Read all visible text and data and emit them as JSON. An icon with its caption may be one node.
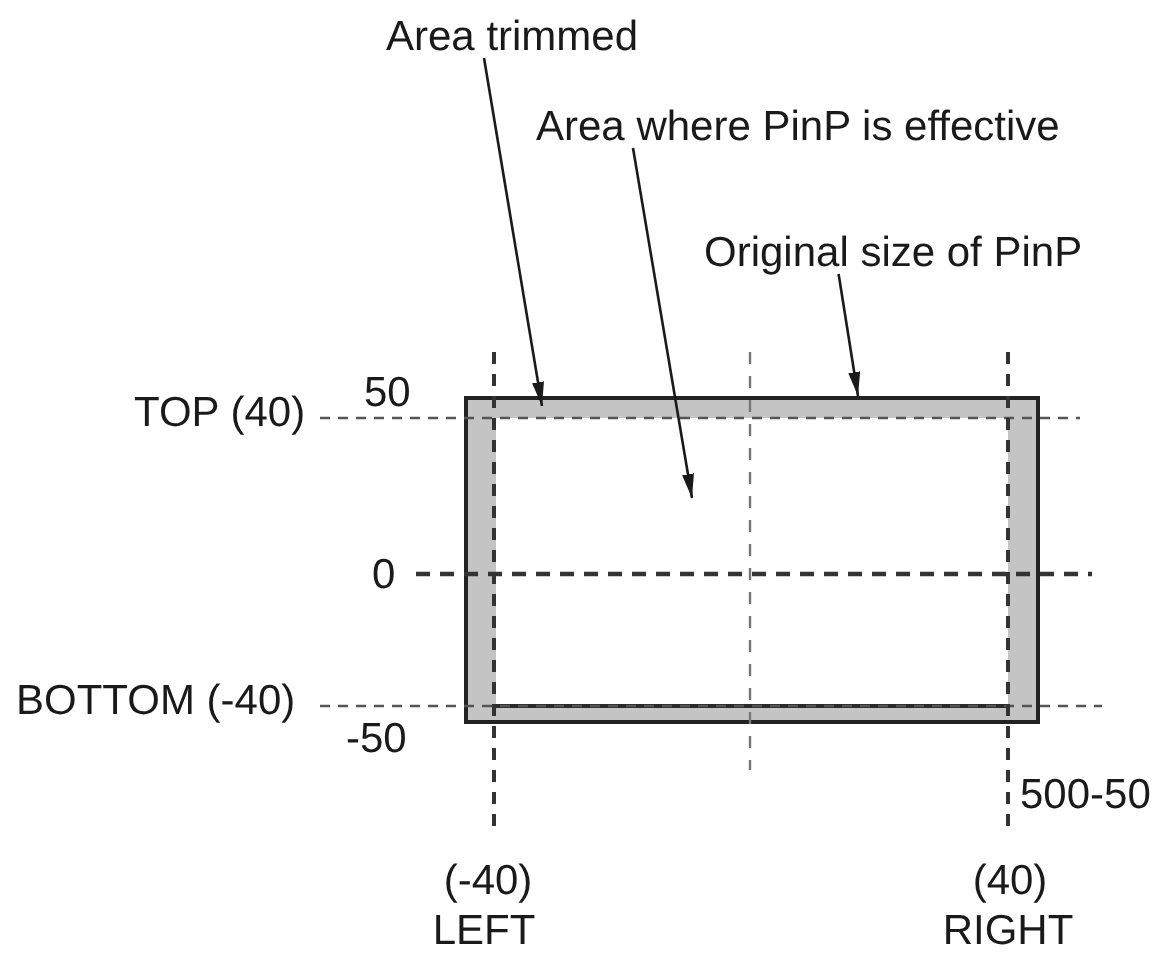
{
  "diagram": {
    "nodes": [
      {
        "text": [
          "Area trimmed"
        ]
      },
      {
        "text": [
          "Area where PinP is effective"
        ]
      },
      {
        "text": [
          "Original size of PinP"
        ]
      },
      {
        "text": [],
        "shape": "box"
      },
      {
        "text": [],
        "shape": "box",
        "in": 3
      },
      {
        "text": [],
        "shape": "box",
        "in": 4
      }
    ],
    "edges": [
      {
        "from": 0,
        "to": 4,
        "arrow": "to"
      },
      {
        "from": 1,
        "to": 5,
        "arrow": "to"
      },
      {
        "from": 2,
        "to": 3,
        "arrow": "to"
      }
    ],
    "labels": [
      "TOP (40)",
      "50",
      "0",
      "BOTTOM (-40)",
      "-50",
      "500-50",
      "(-40)",
      "LEFT",
      "(40)",
      "RIGHT"
    ]
  }
}
